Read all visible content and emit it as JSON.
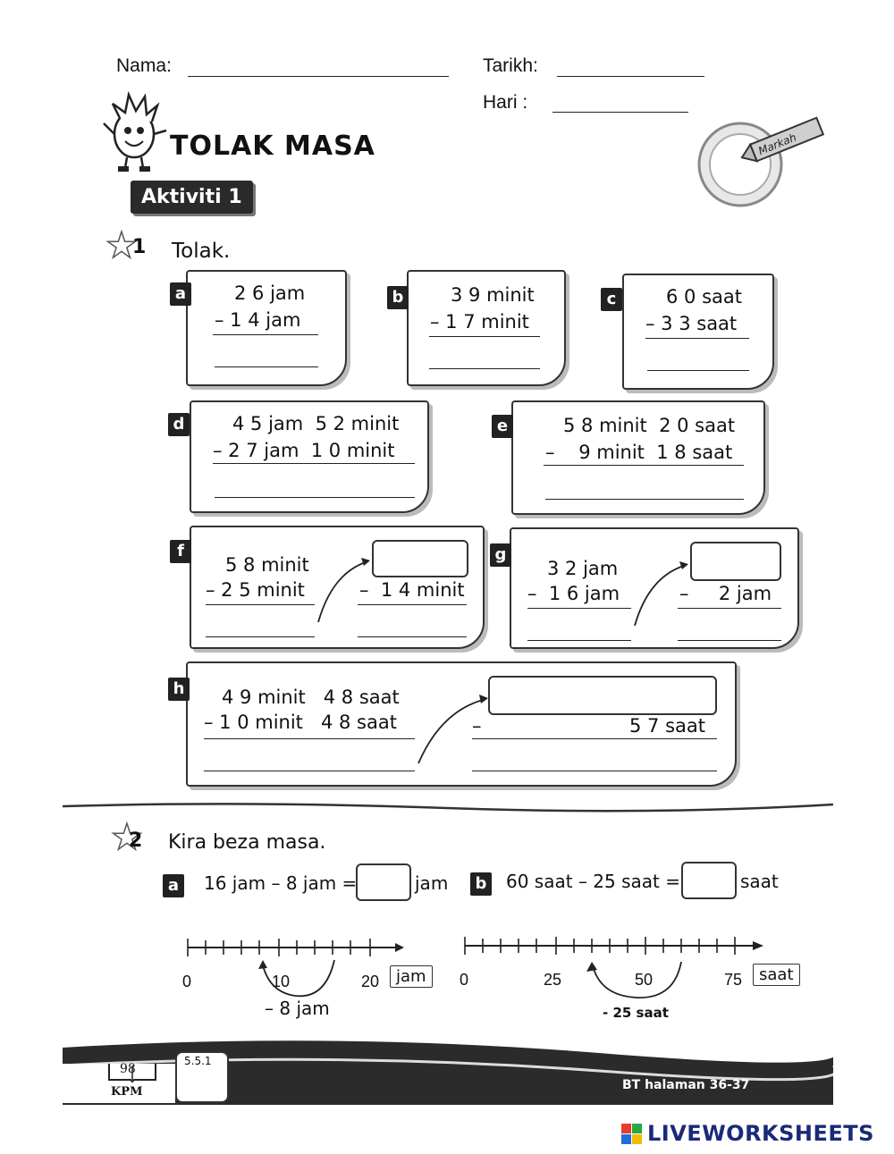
{
  "header": {
    "nama_label": "Nama:",
    "tarikh_label": "Tarikh:",
    "hari_label": "Hari   :"
  },
  "title": "TOLAK MASA",
  "activity_label": "Aktiviti 1",
  "markah_label": "Markah",
  "section1": {
    "number": "1",
    "instruction": "Tolak.",
    "cards": {
      "a": {
        "tag": "a",
        "line1": "2 6 jam",
        "line2": "– 1 4 jam"
      },
      "b": {
        "tag": "b",
        "line1": "3 9 minit",
        "line2": "– 1 7 minit"
      },
      "c": {
        "tag": "c",
        "line1": "6 0 saat",
        "line2": "– 3 3 saat"
      },
      "d": {
        "tag": "d",
        "line1": "4 5 jam  5 2 minit",
        "line2": "– 2 7 jam  1 0 minit"
      },
      "e": {
        "tag": "e",
        "line1": "5 8 minit  2 0 saat",
        "line2": "–    9 minit  1 8 saat"
      },
      "f": {
        "tag": "f",
        "line1": "5 8 minit",
        "line2": "– 2 5 minit",
        "line3": "–  1 4 minit"
      },
      "g": {
        "tag": "g",
        "line1": "3 2 jam",
        "line2": "–  1 6 jam",
        "line3": "–     2 jam"
      },
      "h": {
        "tag": "h",
        "line1": "4 9 minit   4 8 saat",
        "line2": "– 1 0 minit   4 8 saat",
        "line3_op": "–",
        "line3_val": "5 7 saat"
      }
    }
  },
  "section2": {
    "number": "2",
    "instruction": "Kira beza masa.",
    "a": {
      "tag": "a",
      "expression": "16 jam – 8 jam =",
      "unit": "jam",
      "ticks": [
        "0",
        "10",
        "20"
      ],
      "axis_unit": "jam",
      "jump_label": "– 8 jam"
    },
    "b": {
      "tag": "b",
      "expression": "60 saat – 25 saat =",
      "unit": "saat",
      "ticks": [
        "0",
        "25",
        "50",
        "75"
      ],
      "axis_unit": "saat",
      "jump_label": "- 25 saat"
    }
  },
  "footer": {
    "page_number": "98",
    "publisher": "KPM",
    "standard": "5.5.1",
    "reference": "BT halaman 36-37"
  },
  "watermark": "LIVEWORKSHEETS"
}
